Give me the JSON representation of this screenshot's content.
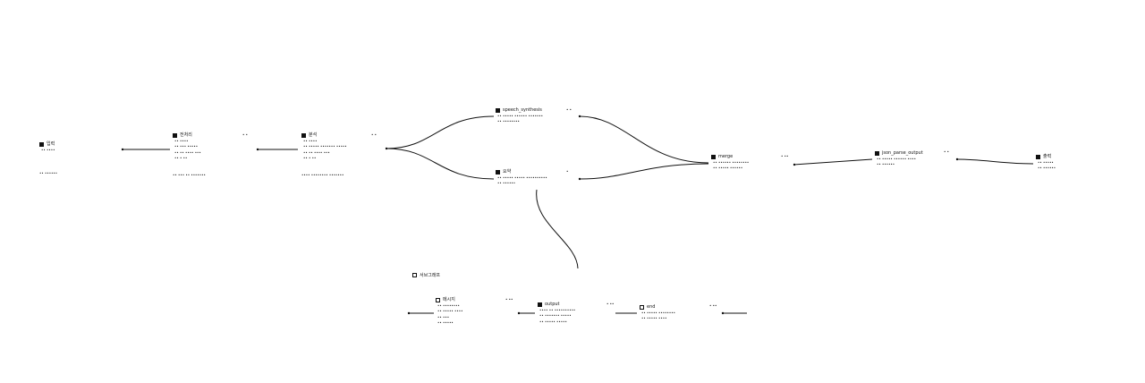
{
  "nodes": [
    {
      "id": "n1",
      "title": "입력",
      "fields": [
        "•• ••••"
      ],
      "footer": "•• ••••••"
    },
    {
      "id": "n2",
      "title": "전처리",
      "fields": [
        "•• ••••",
        "•• ••• •••••",
        "•• •• •••• •••",
        "•• • ••"
      ],
      "footer": "•• ••• •• •••••••"
    },
    {
      "id": "n3",
      "title": "분석",
      "fields": [
        "•• ••••",
        "•• ••••• ••••••• •••••",
        "•• •• •••• •••",
        "•• • ••"
      ],
      "footer": "•••• •••••••• •••••••"
    },
    {
      "id": "n4",
      "title": "speech_synthesis",
      "fields": [
        "•• ••••• •••••• •••••••",
        "•• ••••••••"
      ],
      "footer": ""
    },
    {
      "id": "n5",
      "title": "요약",
      "fields": [
        "•• ••••• ••••• ••••••••••",
        "•• ••••••"
      ],
      "footer": ""
    },
    {
      "id": "n6",
      "title": "merge",
      "fields": [
        "•• •••••• ••••••••",
        "•• ••••• ••••••"
      ],
      "footer": ""
    },
    {
      "id": "n7",
      "title": "json_parse_output",
      "fields": [
        "•• ••••• •••••• ••••",
        "•• ••••••"
      ],
      "footer": ""
    },
    {
      "id": "n8",
      "title": "출력",
      "fields": [
        "•• •••••",
        "•• ••••••"
      ],
      "footer": ""
    },
    {
      "id": "n9",
      "title": "메시지",
      "fields": [
        "•• ••••••••",
        "•• ••••• ••••",
        "•• •••",
        "•• •••••"
      ],
      "footer": ""
    },
    {
      "id": "n10",
      "title": "output",
      "fields": [
        "•••• •• ••••••••••",
        "•• ••••••• •••••",
        "•• ••••• •••••"
      ],
      "footer": ""
    },
    {
      "id": "n11",
      "title": "end",
      "fields": [
        "•• ••••• ••••••••",
        "•• ••••• ••••"
      ],
      "footer": ""
    }
  ],
  "group": {
    "title": "서브그래프"
  },
  "ports": [
    "•  •",
    "• •",
    "•  •",
    "•",
    "•  ••",
    "•  •",
    "•  ••",
    "•  ••",
    "• ••",
    "•  ••",
    "•",
    "• ••",
    "• ••",
    "•"
  ]
}
